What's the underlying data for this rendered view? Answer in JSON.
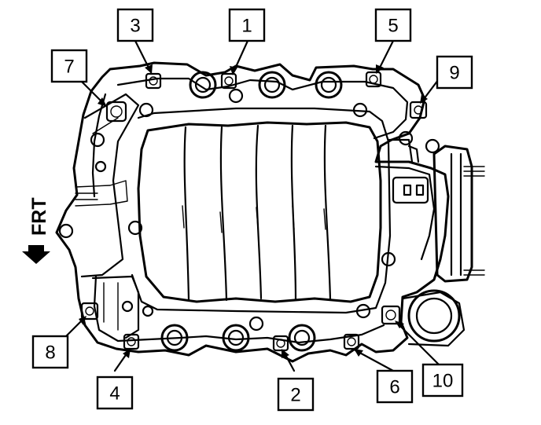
{
  "diagram": {
    "ink_color": "#000000",
    "paper_color": "#ffffff",
    "direction_label": "FRT",
    "direction_icon": "arrow-down-icon",
    "callouts": [
      {
        "id": "callout-1",
        "label": "1"
      },
      {
        "id": "callout-2",
        "label": "2"
      },
      {
        "id": "callout-3",
        "label": "3"
      },
      {
        "id": "callout-4",
        "label": "4"
      },
      {
        "id": "callout-5",
        "label": "5"
      },
      {
        "id": "callout-6",
        "label": "6"
      },
      {
        "id": "callout-7",
        "label": "7"
      },
      {
        "id": "callout-8",
        "label": "8"
      },
      {
        "id": "callout-9",
        "label": "9"
      },
      {
        "id": "callout-10",
        "label": "10"
      }
    ]
  }
}
